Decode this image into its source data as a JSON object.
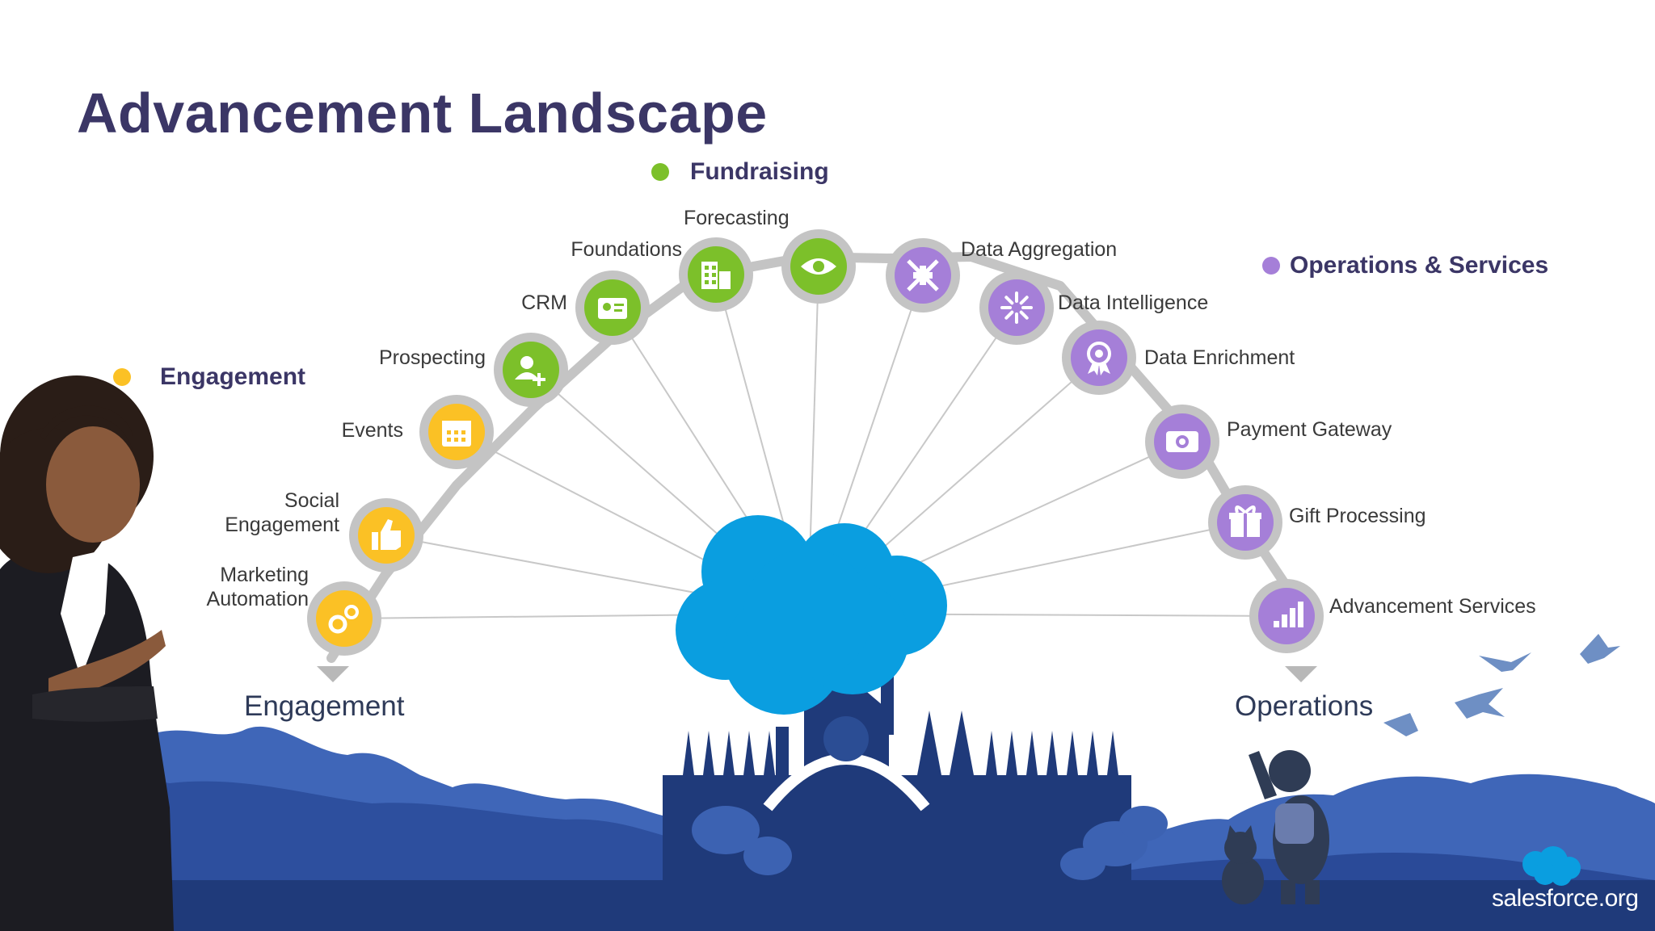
{
  "slide": {
    "title": "Advancement Landscape"
  },
  "legend": {
    "fundraising": {
      "label": "Fundraising",
      "color": "#7cc02a"
    },
    "operations": {
      "label": "Operations & Services",
      "color": "#a57fd8"
    },
    "engagement": {
      "label": "Engagement",
      "color": "#fbc125"
    }
  },
  "nodes": [
    {
      "label": "Marketing\nAutomation",
      "group": "engagement",
      "icon": "gears-icon"
    },
    {
      "label": "Social\nEngagement",
      "group": "engagement",
      "icon": "thumbs-up-icon"
    },
    {
      "label": "Events",
      "group": "engagement",
      "icon": "calendar-icon"
    },
    {
      "label": "Prospecting",
      "group": "fundraising",
      "icon": "add-user-icon"
    },
    {
      "label": "CRM",
      "group": "fundraising",
      "icon": "contact-card-icon"
    },
    {
      "label": "Foundations",
      "group": "fundraising",
      "icon": "buildings-icon"
    },
    {
      "label": "Forecasting",
      "group": "fundraising",
      "icon": "eye-icon"
    },
    {
      "label": "Data Aggregation",
      "group": "operations",
      "icon": "collapse-arrows-icon"
    },
    {
      "label": "Data Intelligence",
      "group": "operations",
      "icon": "spinner-icon"
    },
    {
      "label": "Data Enrichment",
      "group": "operations",
      "icon": "award-ribbon-icon"
    },
    {
      "label": "Payment Gateway",
      "group": "operations",
      "icon": "banknote-icon"
    },
    {
      "label": "Gift Processing",
      "group": "operations",
      "icon": "gift-icon"
    },
    {
      "label": "Advancement Services",
      "group": "operations",
      "icon": "bar-chart-icon"
    }
  ],
  "categories": {
    "left": "Engagement",
    "right": "Operations"
  },
  "brand": {
    "logo_text": "salesforce.org"
  },
  "colors": {
    "title": "#3b3666",
    "cloud": "#0a9ee0",
    "skyline": "#1f3a7a",
    "ring": "#c4c4c4",
    "spoke": "#c8c8c8"
  }
}
